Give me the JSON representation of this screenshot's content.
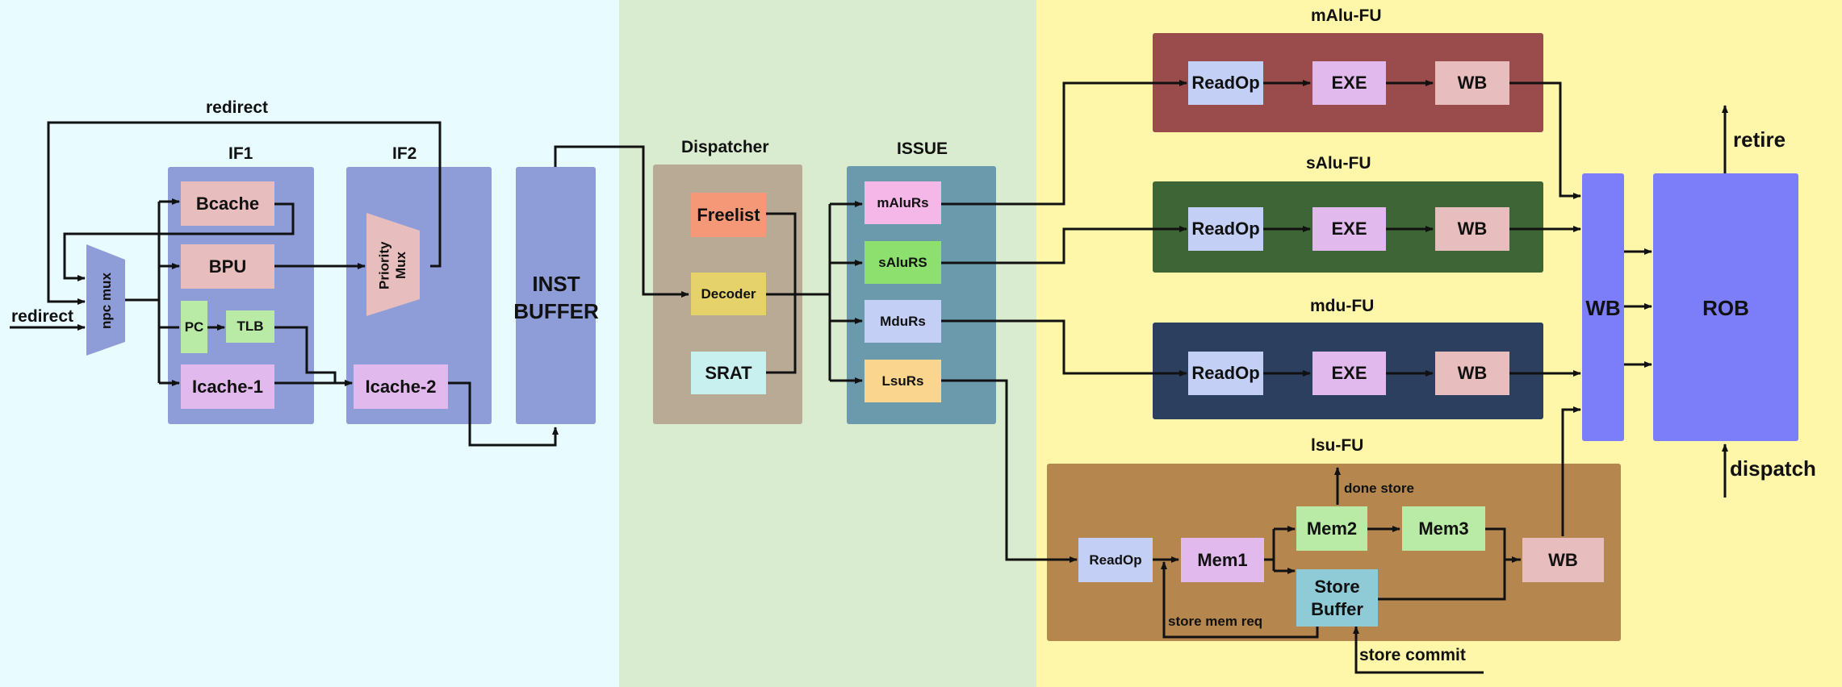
{
  "colors": {
    "bg_frontend": "#e8fbff",
    "bg_dispatch": "#daeccf",
    "bg_backend": "#fef7a9",
    "panel_frontend": "#8e9dd8",
    "panel_dispatcher": "#b9aa96",
    "panel_issue": "#6c9aad",
    "fu_malu": "#9a4b4b",
    "fu_salu": "#3e6535",
    "fu_mdu": "#2c3f5e",
    "fu_lsu": "#b5874f",
    "wb_rob": "#7b7ef8",
    "pink_box": "#e8bdbd",
    "violet_box": "#e2b9ec",
    "green_box": "#b9eaa6"
  },
  "frontend": {
    "redirect_top": "redirect",
    "redirect_left": "redirect",
    "npc_mux": "npc mux",
    "if1": {
      "title": "IF1",
      "bcache": "Bcache",
      "bpu": "BPU",
      "pc": "PC",
      "tlb": "TLB",
      "icache1": "Icache-1"
    },
    "if2": {
      "title": "IF2",
      "priority_mux": "Priority Mux",
      "icache2": "Icache-2"
    },
    "inst_buffer": "INST BUFFER"
  },
  "dispatcher": {
    "title": "Dispatcher",
    "freelist": "Freelist",
    "decoder": "Decoder",
    "srat": "SRAT"
  },
  "issue": {
    "title": "ISSUE",
    "malurs": "mAluRs",
    "salurs": "sAluRS",
    "mdurs": "MduRs",
    "lsurs": "LsuRs"
  },
  "fus": {
    "malu": {
      "title": "mAlu-FU",
      "readop": "ReadOp",
      "exe": "EXE",
      "wb": "WB"
    },
    "salu": {
      "title": "sAlu-FU",
      "readop": "ReadOp",
      "exe": "EXE",
      "wb": "WB"
    },
    "mdu": {
      "title": "mdu-FU",
      "readop": "ReadOp",
      "exe": "EXE",
      "wb": "WB"
    },
    "lsu": {
      "title": "lsu-FU",
      "readop": "ReadOp",
      "mem1": "Mem1",
      "mem2": "Mem2",
      "mem3": "Mem3",
      "store_buffer": "Store Buffer",
      "wb": "WB",
      "done_store": "done store",
      "store_mem_req": "store mem req",
      "store_commit": "store commit"
    }
  },
  "commit": {
    "wb": "WB",
    "rob": "ROB",
    "retire": "retire",
    "dispatch": "dispatch"
  }
}
